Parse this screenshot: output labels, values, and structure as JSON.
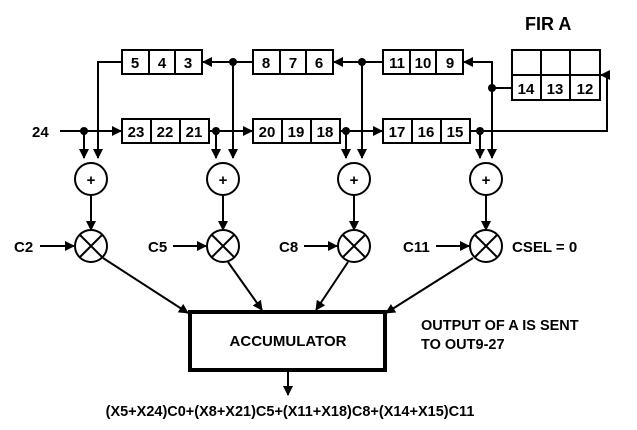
{
  "fir_title": "FIR A",
  "delay_top": {
    "group1": [
      "5",
      "4",
      "3"
    ],
    "group2": [
      "8",
      "7",
      "6"
    ],
    "group3": [
      "11",
      "10",
      "9"
    ]
  },
  "delay_bottom": {
    "group1": [
      "23",
      "22",
      "21"
    ],
    "group2": [
      "20",
      "19",
      "18"
    ],
    "group3": [
      "17",
      "16",
      "15"
    ]
  },
  "fir_cells": [
    "14",
    "13",
    "12"
  ],
  "input_label": "24",
  "adder_symbol": "+",
  "coefficients": [
    "C2",
    "C5",
    "C8",
    "C11"
  ],
  "csel_label": "CSEL = 0",
  "accumulator_label": "ACCUMULATOR",
  "output_note": [
    "OUTPUT OF A IS SENT",
    "TO OUT9-27"
  ],
  "formula": "(X5+X24)C0+(X8+X21)C5+(X11+X18)C8+(X14+X15)C11"
}
